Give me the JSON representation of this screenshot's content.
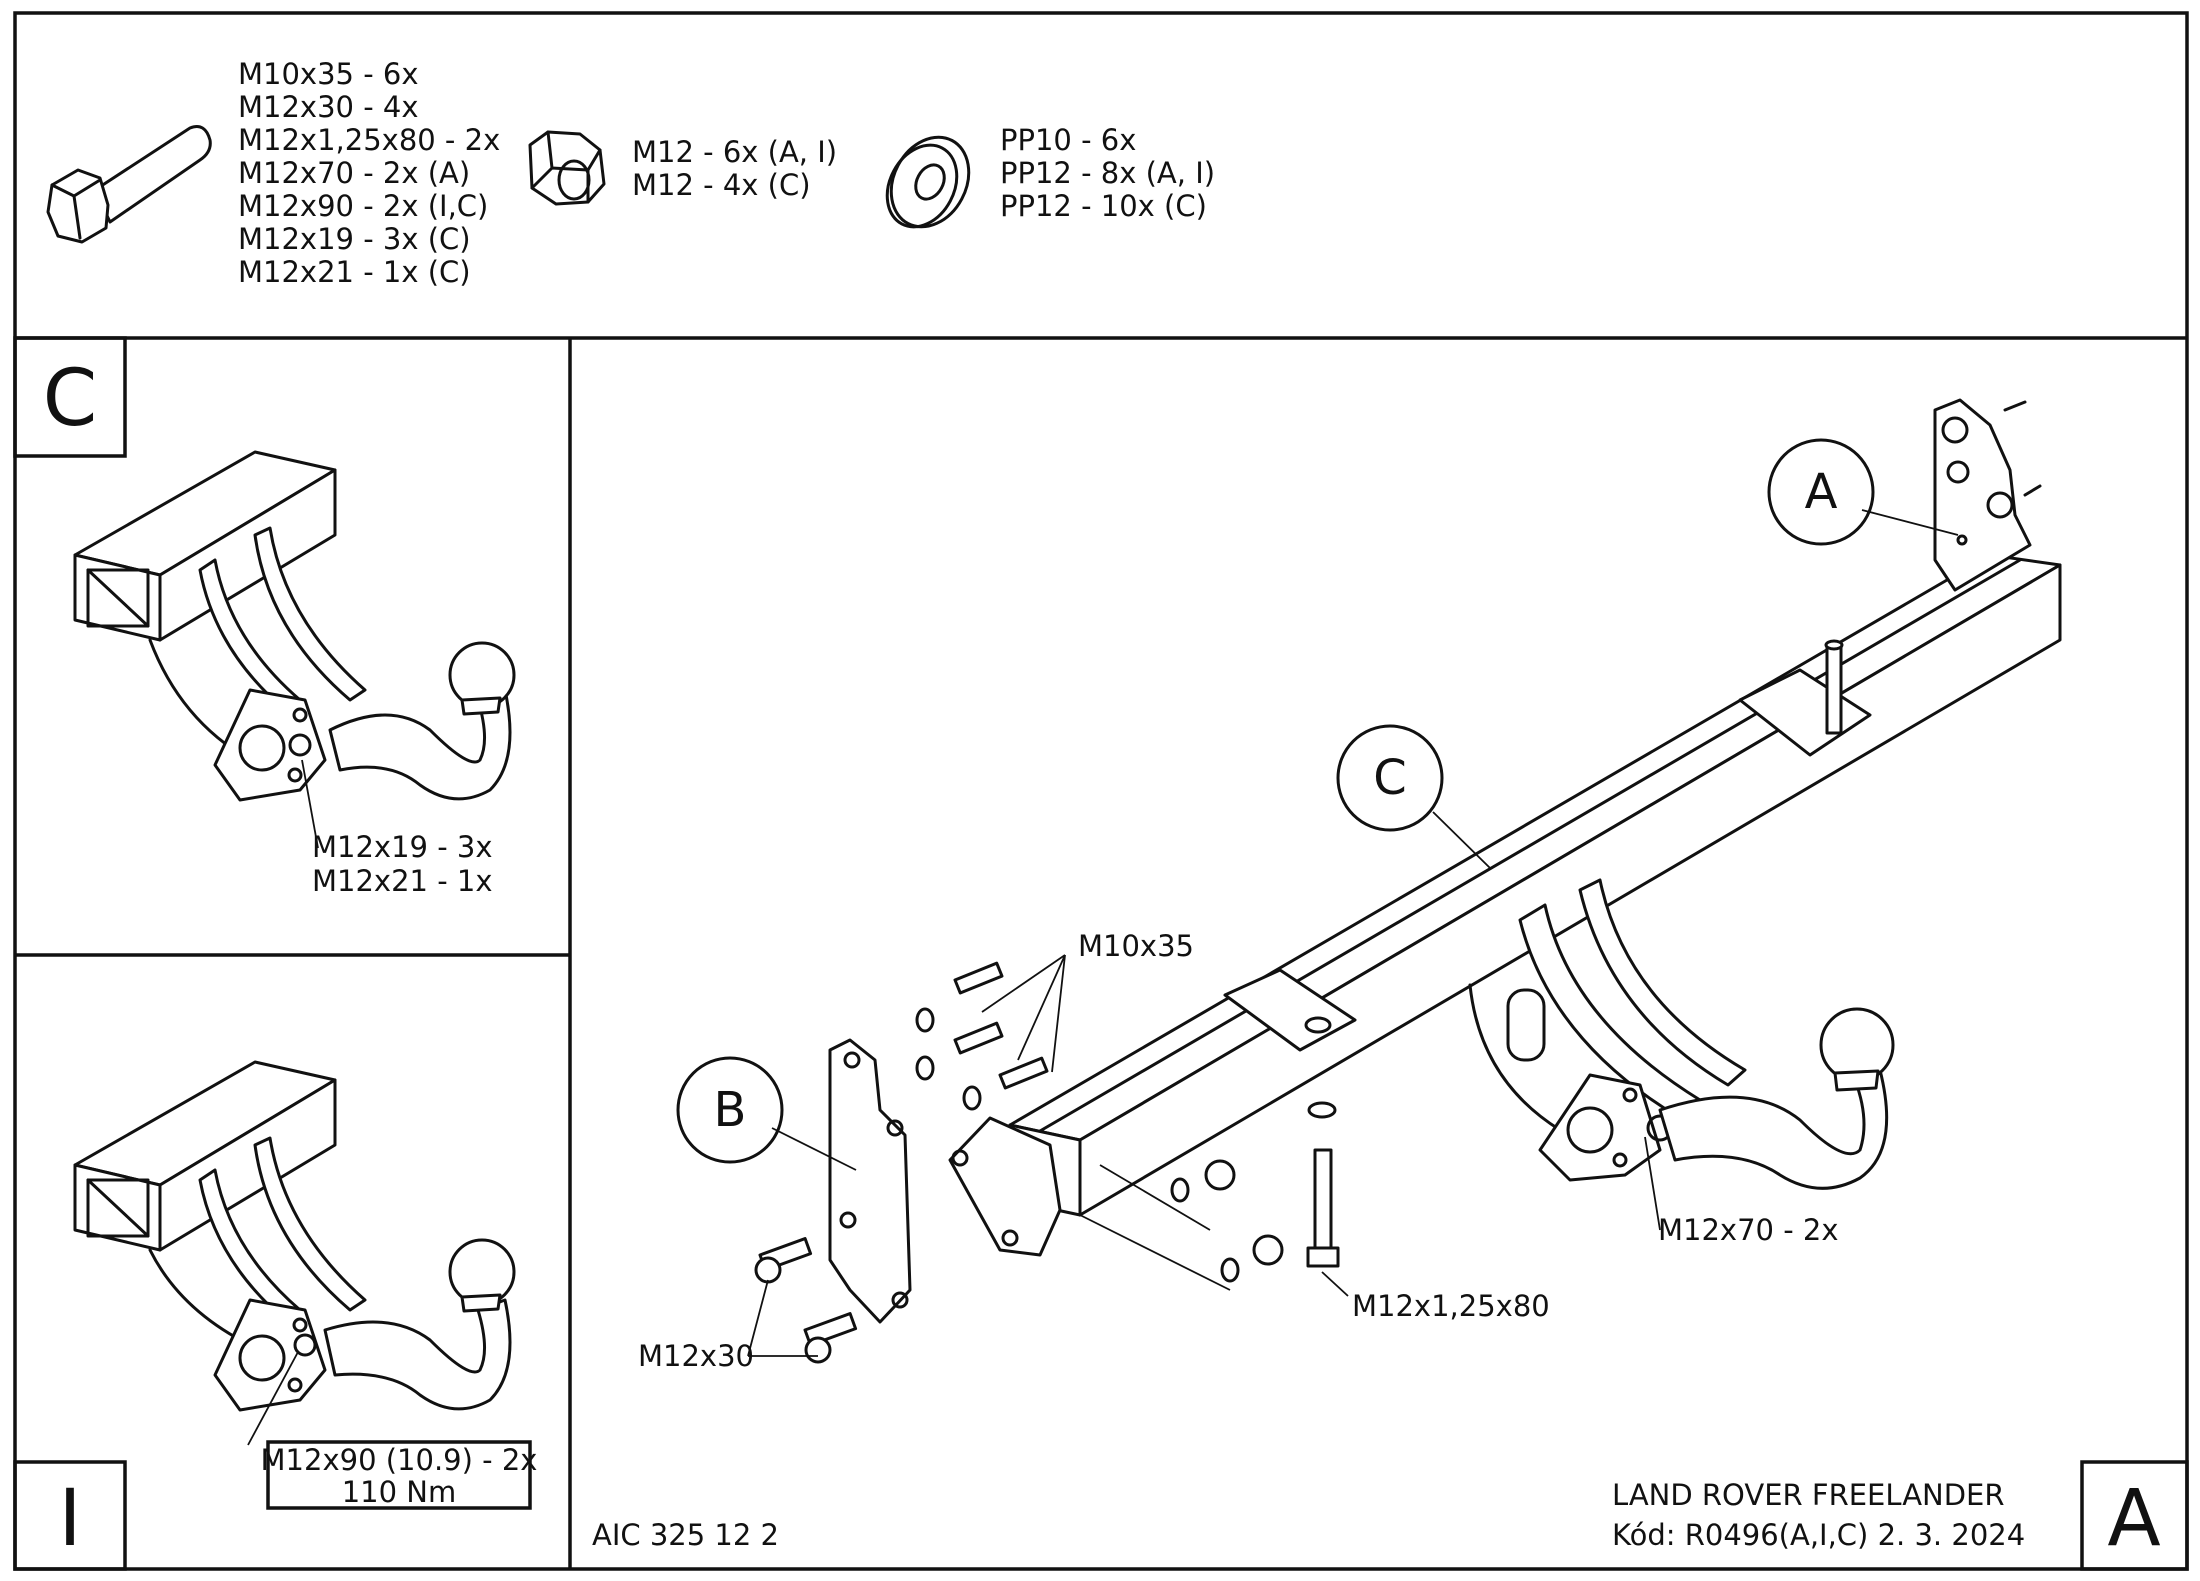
{
  "parts_list": {
    "bolts": [
      "M10x35 - 6x",
      "M12x30 - 4x",
      "M12x1,25x80 - 2x",
      "M12x70 - 2x (A)",
      "M12x90 - 2x (I,C)",
      "M12x19 - 3x (C)",
      "M12x21 - 1x (C)"
    ],
    "nuts": [
      "M12 - 6x (A, I)",
      "M12 - 4x (C)"
    ],
    "washers": [
      "PP10 - 6x",
      "PP12 - 8x (A, I)",
      "PP12 - 10x (C)"
    ]
  },
  "panels": {
    "variant_c": {
      "letter": "C",
      "callout": [
        "M12x19 - 3x",
        "M12x21 - 1x"
      ]
    },
    "variant_i": {
      "letter": "I",
      "callout": [
        "M12x90 (10.9) - 2x",
        "110 Nm"
      ]
    },
    "main": {
      "letter": "A",
      "circle_labels": {
        "a": "A",
        "b": "B",
        "c": "C"
      },
      "callouts": {
        "m10x35": "M10x35",
        "m12x30": "M12x30",
        "m12x125x80": "M12x1,25x80",
        "m12x70": "M12x70 - 2x"
      }
    }
  },
  "footer": {
    "drawing_no": "AIC 325 12 2",
    "vehicle": "LAND ROVER FREELANDER",
    "code_line": "Kód: R0496(A,I,C)  2. 3. 2024"
  }
}
